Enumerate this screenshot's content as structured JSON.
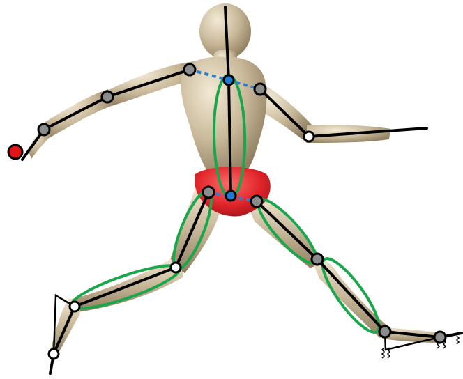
{
  "figure": {
    "description_visible_text": ""
  },
  "colors": {
    "background": "#ffffff",
    "body_fill": "#c9b99a",
    "body_shade": "#9b8a6c",
    "body_highlight": "#eee4cf",
    "pelvis": "#e0252a",
    "skeleton_line": "#000000",
    "muscle_ellipse": "#1aa64a",
    "blue_dashed": "#2f7fd0",
    "joint_gray": "#8c8c8c",
    "joint_white": "#ffffff",
    "joint_blue": "#1f7ad1",
    "joint_red": "#e01515"
  },
  "joints": [
    {
      "name": "neck-top",
      "kind": "blue"
    },
    {
      "name": "pelvis-center",
      "kind": "blue"
    },
    {
      "name": "right-shoulder",
      "kind": "gray"
    },
    {
      "name": "right-elbow",
      "kind": "gray"
    },
    {
      "name": "right-wrist",
      "kind": "gray"
    },
    {
      "name": "right-hand-tip",
      "kind": "red"
    },
    {
      "name": "left-shoulder",
      "kind": "gray"
    },
    {
      "name": "left-elbow",
      "kind": "white"
    },
    {
      "name": "right-hip",
      "kind": "gray"
    },
    {
      "name": "right-knee",
      "kind": "white"
    },
    {
      "name": "right-ankle",
      "kind": "white"
    },
    {
      "name": "right-toe",
      "kind": "white"
    },
    {
      "name": "left-hip",
      "kind": "gray"
    },
    {
      "name": "left-knee",
      "kind": "gray"
    },
    {
      "name": "left-ankle",
      "kind": "gray"
    },
    {
      "name": "left-toe",
      "kind": "gray"
    }
  ]
}
